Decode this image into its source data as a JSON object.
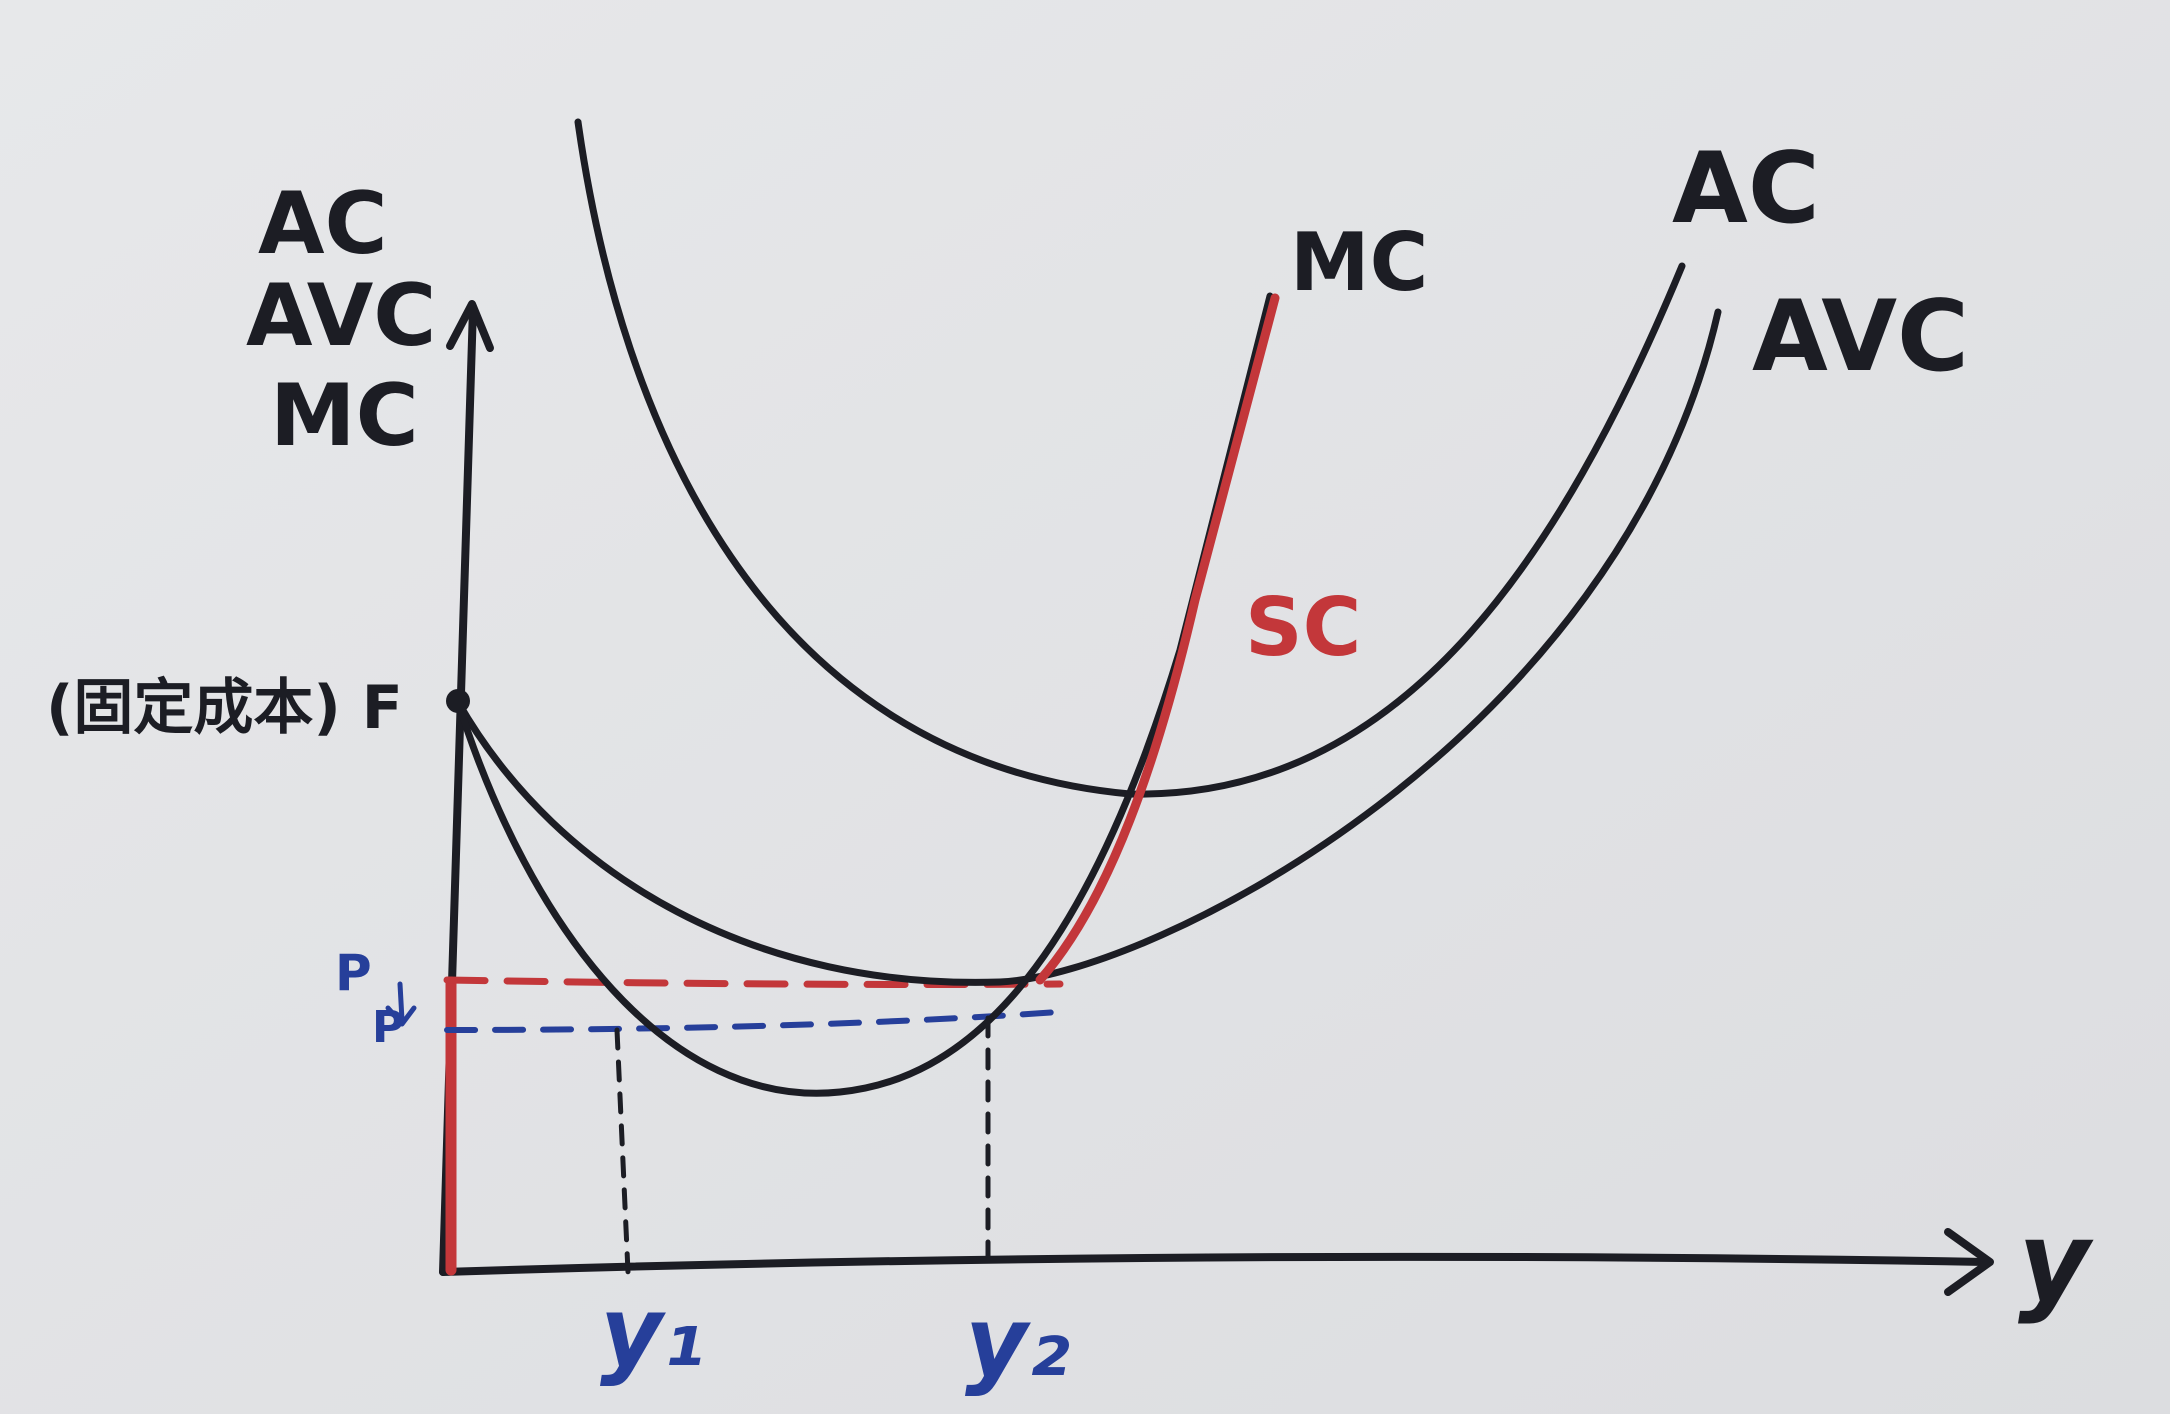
{
  "y_axis_labels": [
    "AC",
    "AVC",
    "MC"
  ],
  "x_axis_label": "y",
  "fixed_cost_label": "(固定成本) F",
  "curve_labels": {
    "ac": "AC",
    "avc": "AVC",
    "mc": "MC",
    "sc": "SC"
  },
  "price_labels": {
    "upper": "P",
    "lower": "P"
  },
  "quantity_labels": {
    "y1": "y₁",
    "y2": "y₂"
  },
  "colors": {
    "ink": "#1c1d24",
    "red": "#c3373a",
    "blue": "#263f9a",
    "paper": "#e4e5e7"
  }
}
